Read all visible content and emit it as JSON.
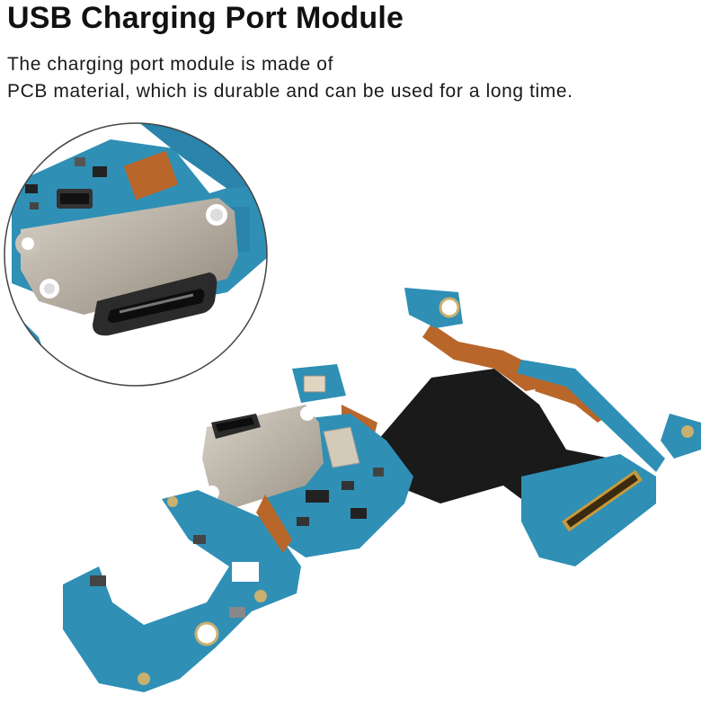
{
  "heading": "USB Charging Port Module",
  "description": {
    "line1": "The charging port module is made of",
    "line2": "PCB material, which is durable and can be used for a long time."
  },
  "colors": {
    "pcb_blue": "#2f8fb5",
    "pcb_dark": "#1f6f94",
    "flex_black": "#1a1a1a",
    "flex_copper": "#b8662a",
    "metal": "#b3ab9f"
  }
}
